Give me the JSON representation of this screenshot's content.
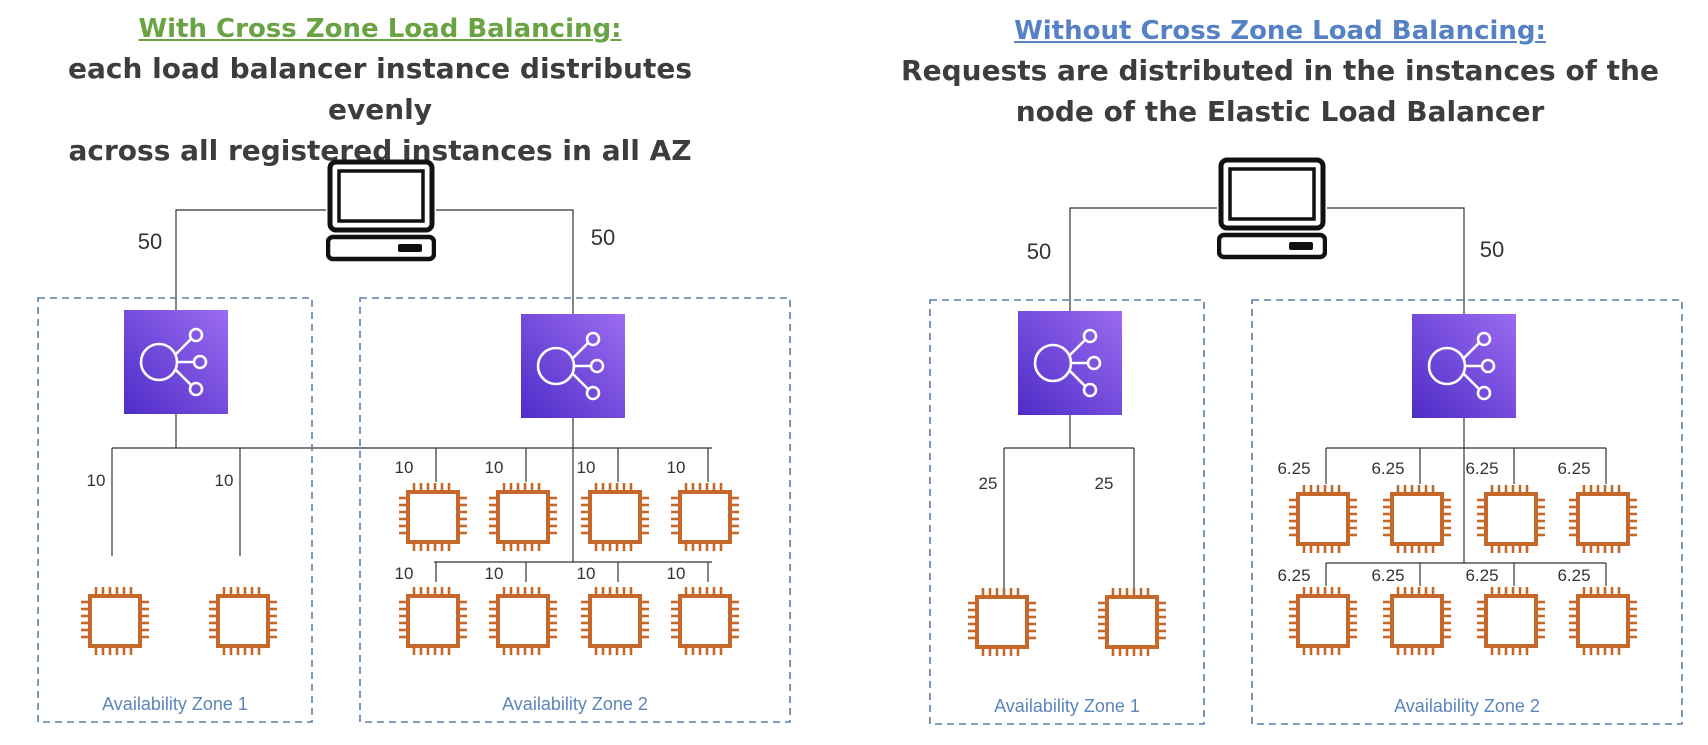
{
  "colors": {
    "left_title": "#6aa343",
    "right_title": "#5582c4",
    "elb_top": "#9b6cf0",
    "elb_bottom": "#4f2cc8",
    "instance": "#c5682a",
    "zone_border": "#5b7fa6",
    "zone_label": "#5b86b8",
    "line": "#333333"
  },
  "icons": {
    "client": "desktop-computer-icon",
    "load_balancer": "elastic-load-balancer-icon",
    "instance": "ec2-instance-chip-icon"
  },
  "left": {
    "title": "With Cross Zone Load Balancing:",
    "description": [
      "each load balancer instance distributes evenly",
      "across all registered instances in all AZ"
    ],
    "traffic": [
      "50",
      "50"
    ],
    "zones": [
      {
        "label": "Availability Zone 1",
        "instance_labels": [
          "10",
          "10"
        ]
      },
      {
        "label": "Availability Zone 2",
        "instance_labels": [
          "10",
          "10",
          "10",
          "10",
          "10",
          "10",
          "10",
          "10"
        ]
      }
    ]
  },
  "right": {
    "title": "Without Cross Zone Load Balancing:",
    "description": [
      "Requests are distributed in the instances of the",
      "node of the Elastic Load Balancer"
    ],
    "traffic": [
      "50",
      "50"
    ],
    "zones": [
      {
        "label": "Availability Zone 1",
        "instance_labels": [
          "25",
          "25"
        ]
      },
      {
        "label": "Availability Zone 2",
        "instance_labels": [
          "6.25",
          "6.25",
          "6.25",
          "6.25",
          "6.25",
          "6.25",
          "6.25",
          "6.25"
        ]
      }
    ]
  }
}
